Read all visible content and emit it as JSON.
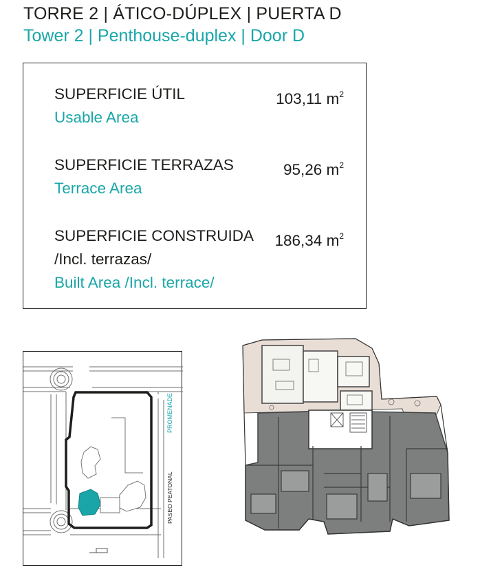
{
  "header": {
    "title_es": "TORRE 2 | ÁTICO-DÚPLEX | PUERTA D",
    "title_en": "Tower 2 | Penthouse-duplex | Door D"
  },
  "areas": {
    "usable": {
      "label_es": "SUPERFICIE ÚTIL",
      "label_en": "Usable Area",
      "value": "103,11 m",
      "unit_sup": "2"
    },
    "terrace": {
      "label_es": "SUPERFICIE TERRAZAS",
      "label_en": "Terrace Area",
      "value": "95,26 m",
      "unit_sup": "2"
    },
    "built": {
      "label_es": "SUPERFICIE CONSTRUIDA",
      "label_es_2": "/Incl. terrazas/",
      "label_en": "Built Area /Incl. terrace/",
      "value": "186,34 m",
      "unit_sup": "2"
    }
  },
  "site_plan": {
    "promenade_label": "PROMENADE",
    "paseo_label": "PASEO PEATONAL",
    "highlight_color": "#1aa6a8"
  },
  "colors": {
    "accent": "#1aa6a8",
    "text": "#1d1d1b",
    "floor_dark": "#7c7f7d",
    "terrace_tint": "#e9ded6"
  }
}
